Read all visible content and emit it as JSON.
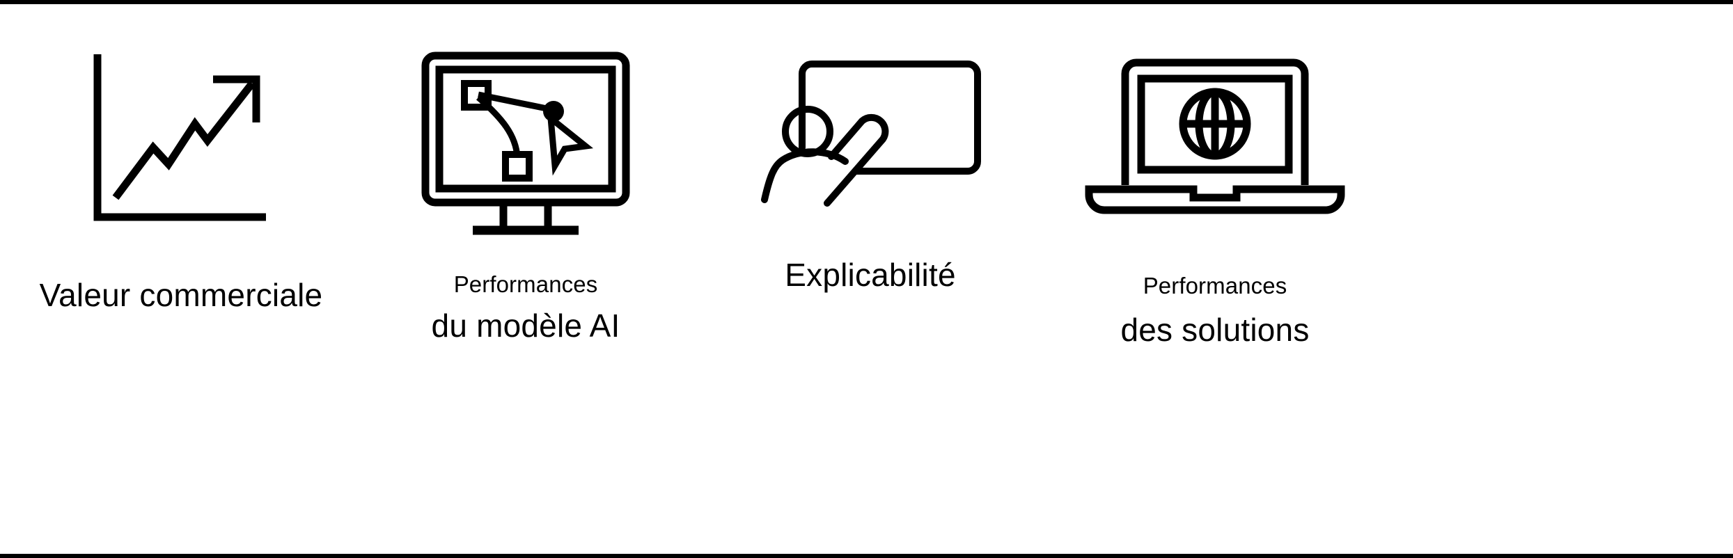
{
  "slide": {
    "background_color": "#ffffff",
    "line_color": "#000000",
    "top_rule": true,
    "bottom_rule": true
  },
  "items": [
    {
      "icon_name": "growth-chart-icon",
      "icon_description": "line chart with rising zigzag arrow",
      "label_small": "",
      "label_main": "Valeur commerciale"
    },
    {
      "icon_name": "desktop-monitor-bezier-icon",
      "icon_description": "desktop monitor displaying a bezier pen-tool path with anchor points and cursor",
      "label_small": "Performances",
      "label_main": "du modèle AI"
    },
    {
      "icon_name": "teacher-whiteboard-icon",
      "icon_description": "person with pointer presenting at a whiteboard",
      "label_small": "",
      "label_main": "Explicabilité"
    },
    {
      "icon_name": "laptop-globe-icon",
      "icon_description": "laptop computer displaying a globe",
      "label_small": "Performances",
      "label_main": "des solutions"
    }
  ]
}
